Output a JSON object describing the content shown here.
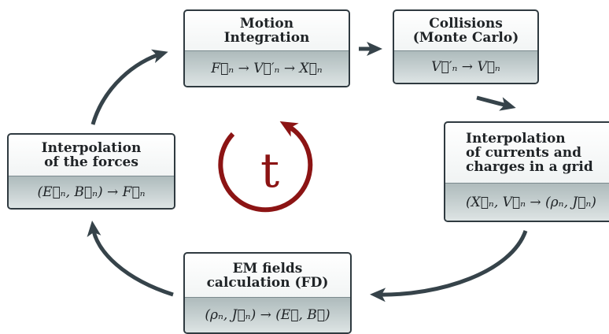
{
  "colors": {
    "arrow": "#36434a",
    "cycle": "#8c1414",
    "box_border": "#2f3a40"
  },
  "boxes": {
    "motion": {
      "lines": [
        "Motion",
        "Integration"
      ],
      "formula": "F⃗ₙ → V⃗′ₙ → X⃗ₙ"
    },
    "collisions": {
      "lines": [
        "Collisions",
        "(Monte Carlo)"
      ],
      "formula": "V⃗′ₙ → V⃗ₙ"
    },
    "interp_forces": {
      "lines": [
        "Interpolation",
        "of the forces"
      ],
      "formula": "(E⃗ₙ, B⃗ₙ) → F⃗ₙ"
    },
    "interp_currents": {
      "lines": [
        "Interpolation",
        "of currents and",
        "charges in a grid"
      ],
      "formula": "(X⃗ₙ, V⃗ₙ → (ρₙ, J⃗ₙ)"
    },
    "em_fields": {
      "lines": [
        "EM fields",
        "calculation (FD)"
      ],
      "formula": "(ρₙ, J⃗ₙ) → (E⃗, B⃗)"
    }
  },
  "cycle_label": "t"
}
